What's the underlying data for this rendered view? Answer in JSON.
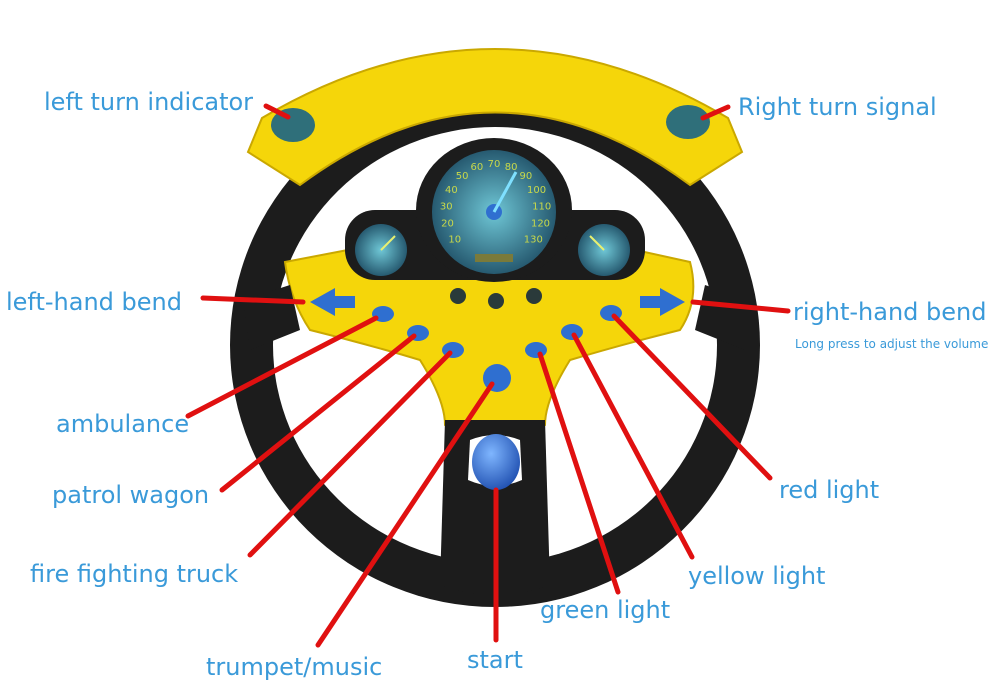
{
  "labels": {
    "left_turn_indicator": "left turn indicator",
    "right_turn_signal": "Right turn signal",
    "left_hand_bend": "left-hand bend",
    "right_hand_bend": "right-hand bend",
    "right_hand_bend_note": "Long press to adjust the volume",
    "ambulance": "ambulance",
    "patrol_wagon": "patrol wagon",
    "fire_fighting_truck": "fire fighting truck",
    "trumpet_music": "trumpet/music",
    "start": "start",
    "green_light": "green light",
    "yellow_light": "yellow light",
    "red_light": "red light"
  },
  "speedometer": {
    "ticks": [
      "10",
      "20",
      "30",
      "40",
      "50",
      "60",
      "70",
      "80",
      "90",
      "100",
      "110",
      "120",
      "130"
    ]
  },
  "colors": {
    "label_text": "#3a9ad9",
    "pointer_line": "#e01010",
    "wheel_yellow": "#f5d60a",
    "wheel_black": "#1c1c1c",
    "button_blue": "#2f6fd0"
  }
}
